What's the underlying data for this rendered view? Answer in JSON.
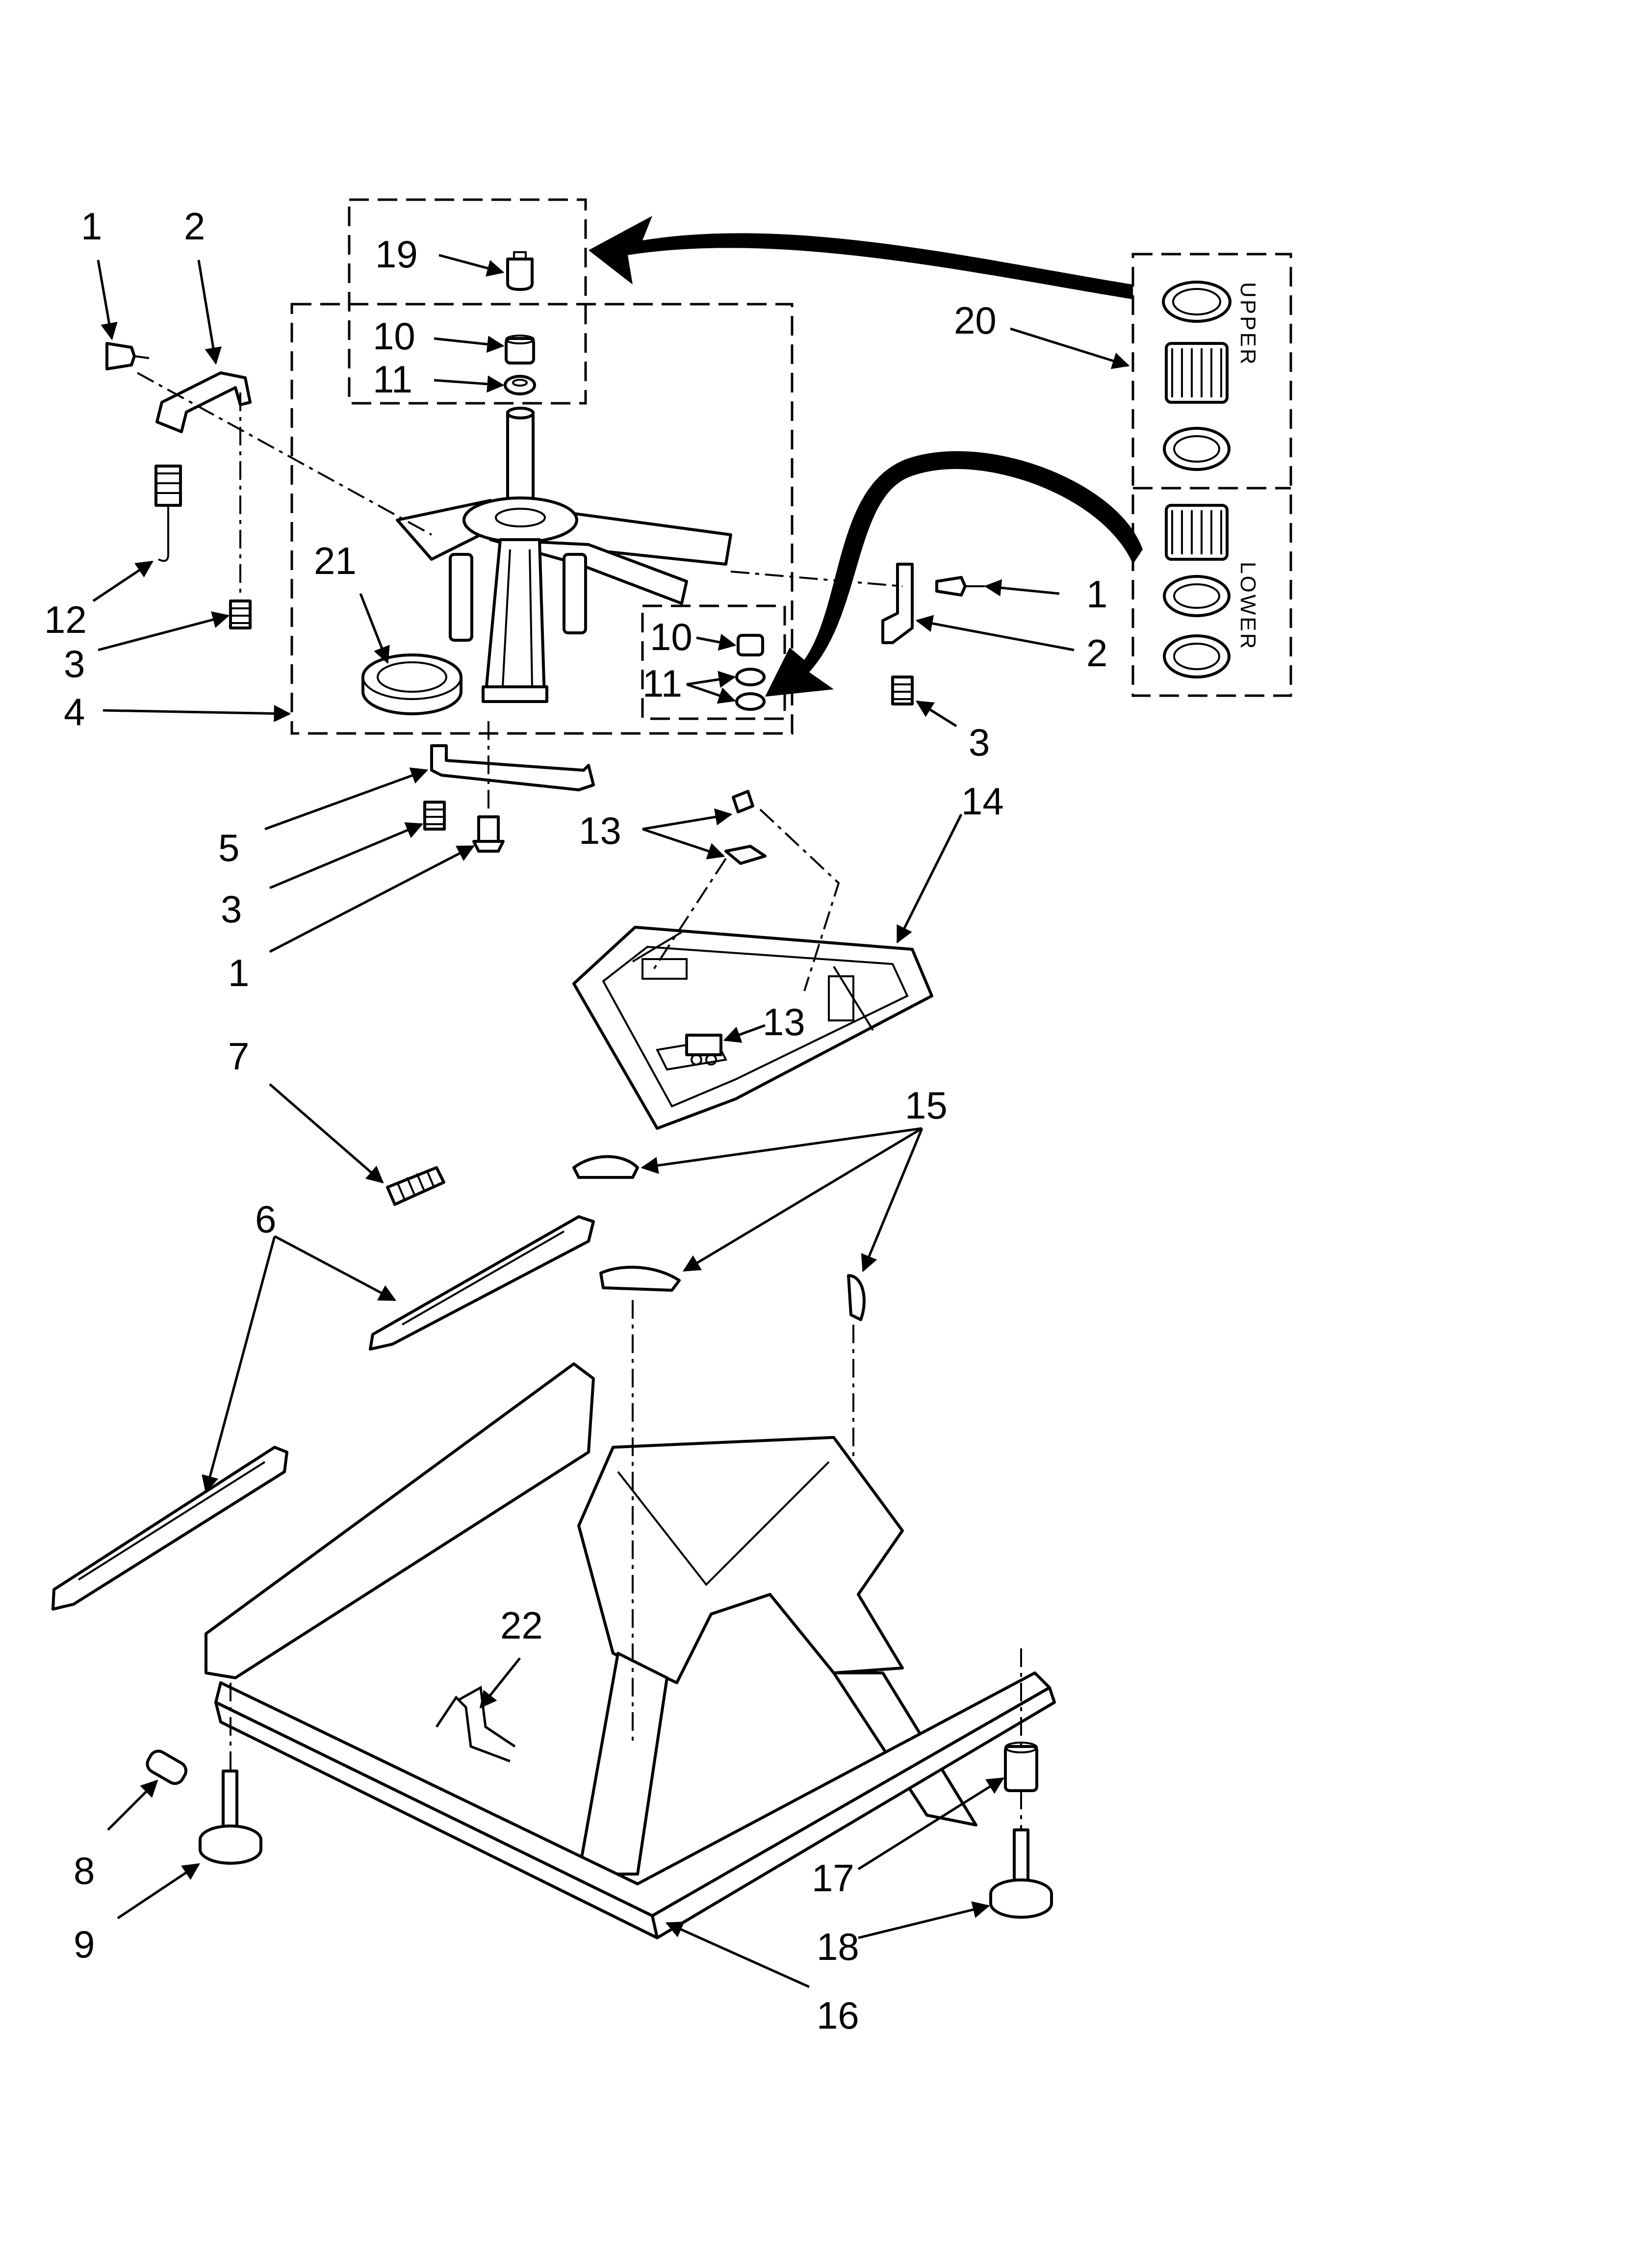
{
  "callouts": [
    {
      "id": "c1a",
      "text": "1"
    },
    {
      "id": "c2a",
      "text": "2"
    },
    {
      "id": "c12",
      "text": "12"
    },
    {
      "id": "c3a",
      "text": "3"
    },
    {
      "id": "c4",
      "text": "4"
    },
    {
      "id": "c21",
      "text": "21"
    },
    {
      "id": "c19",
      "text": "19"
    },
    {
      "id": "c10a",
      "text": "10"
    },
    {
      "id": "c11a",
      "text": "11"
    },
    {
      "id": "c10b",
      "text": "10"
    },
    {
      "id": "c11b",
      "text": "11"
    },
    {
      "id": "c20",
      "text": "20"
    },
    {
      "id": "c1b",
      "text": "1"
    },
    {
      "id": "c2b",
      "text": "2"
    },
    {
      "id": "c3b",
      "text": "3"
    },
    {
      "id": "c5",
      "text": "5"
    },
    {
      "id": "c3c",
      "text": "3"
    },
    {
      "id": "c1c",
      "text": "1"
    },
    {
      "id": "c13a",
      "text": "13"
    },
    {
      "id": "c14",
      "text": "14"
    },
    {
      "id": "c13b",
      "text": "13"
    },
    {
      "id": "c7",
      "text": "7"
    },
    {
      "id": "c15",
      "text": "15"
    },
    {
      "id": "c6",
      "text": "6"
    },
    {
      "id": "c22",
      "text": "22"
    },
    {
      "id": "c8",
      "text": "8"
    },
    {
      "id": "c9",
      "text": "9"
    },
    {
      "id": "c17",
      "text": "17"
    },
    {
      "id": "c18",
      "text": "18"
    },
    {
      "id": "c16",
      "text": "16"
    }
  ],
  "kit_box": {
    "upper_label": "UPPER",
    "lower_label": "LOWER"
  }
}
